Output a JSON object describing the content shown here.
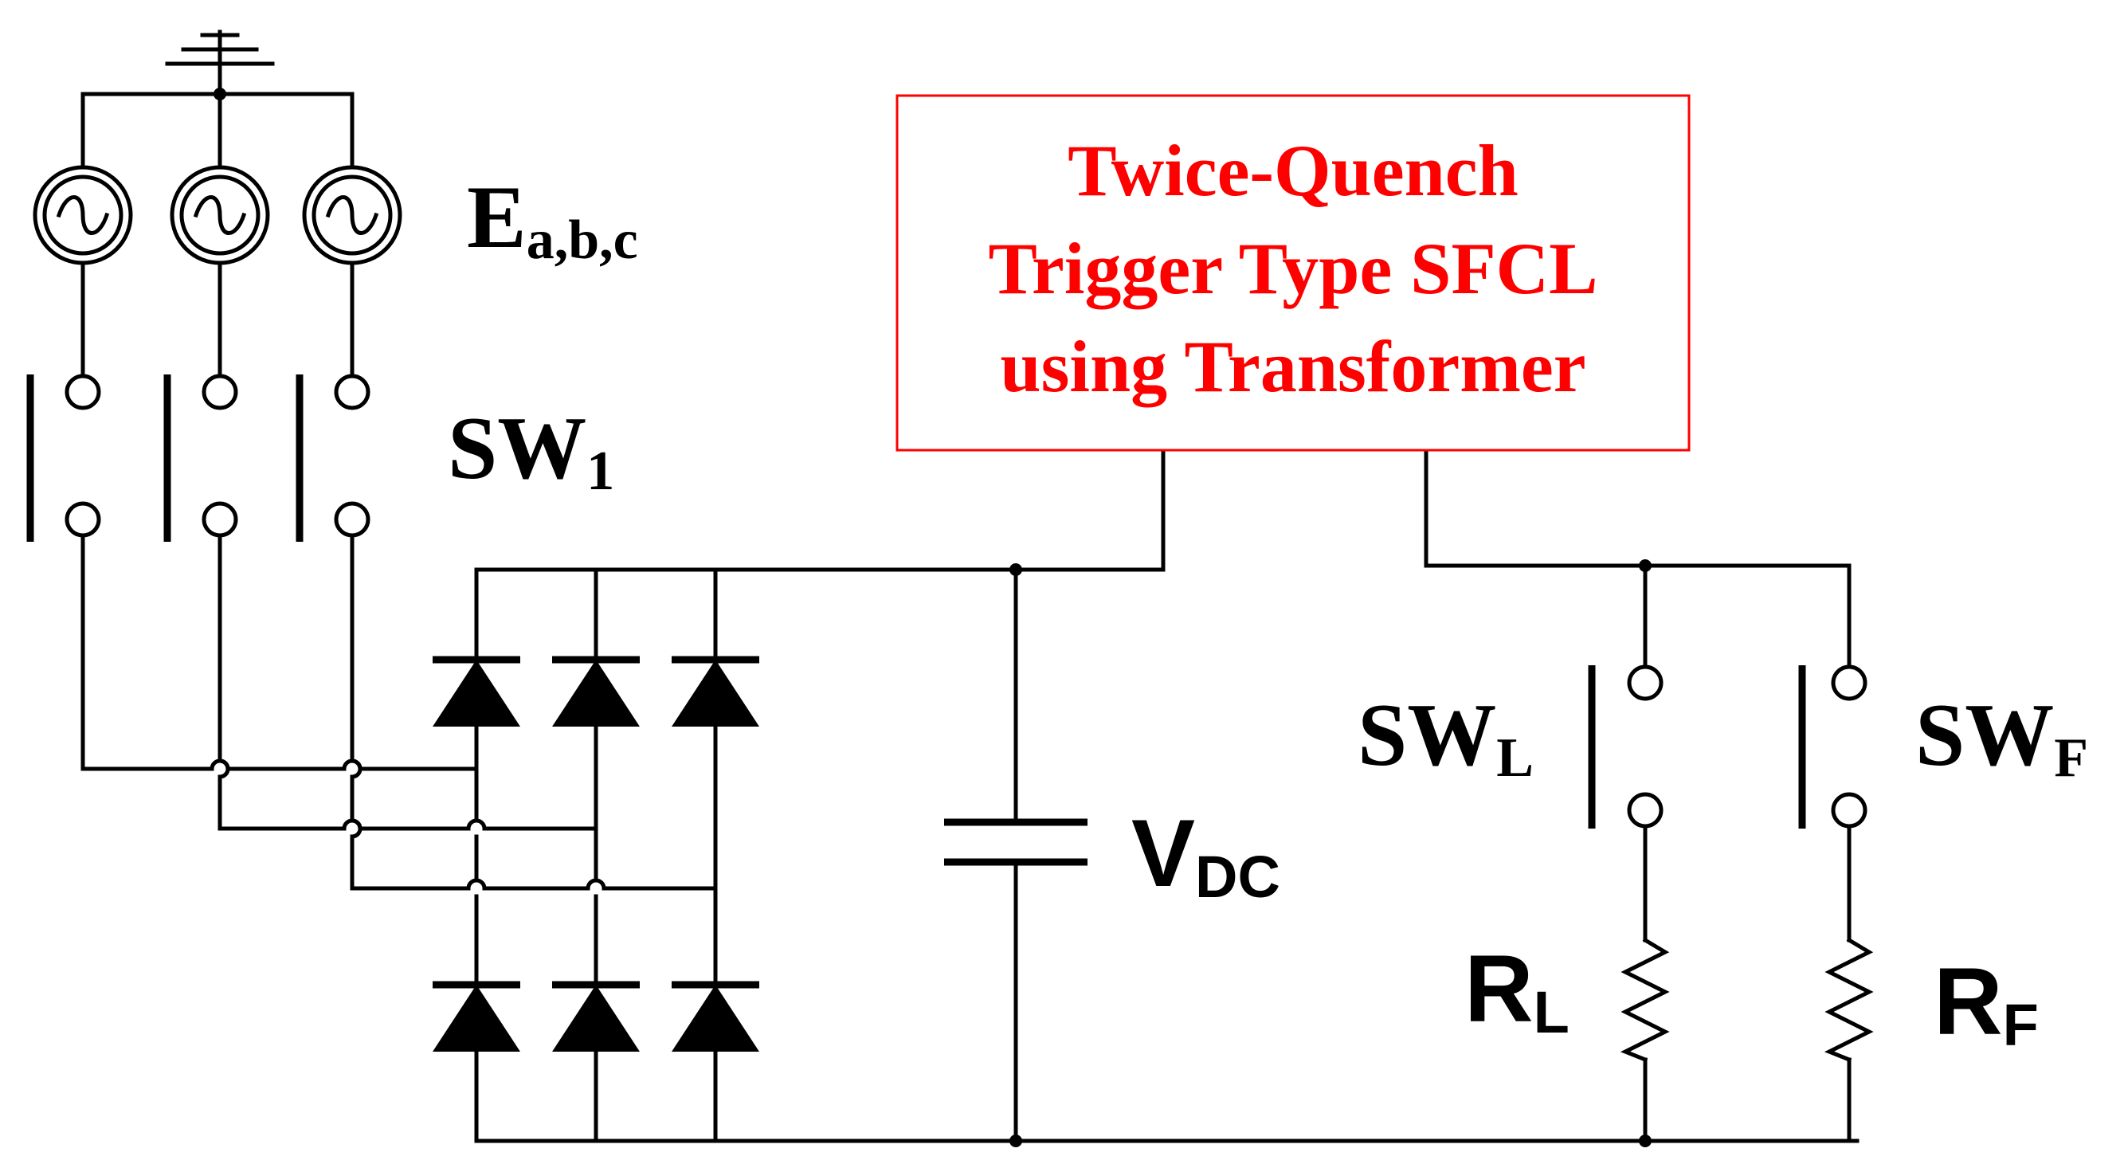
{
  "box": {
    "title_lines": [
      "Twice-Quench",
      "Trigger Type SFCL",
      "using Transformer"
    ],
    "text_color": "#ff0000",
    "border_color": "#ff0000"
  },
  "labels": {
    "sources": {
      "main": "E",
      "sub": "a,b,c"
    },
    "sw1": {
      "main": "SW",
      "sub": "1"
    },
    "swl": {
      "main": "SW",
      "sub": "L"
    },
    "swf": {
      "main": "SW",
      "sub": "F"
    },
    "vdc": {
      "main": "V",
      "sub": "DC"
    },
    "rl": {
      "main": "R",
      "sub": "L"
    },
    "rf": {
      "main": "R",
      "sub": "F"
    }
  }
}
